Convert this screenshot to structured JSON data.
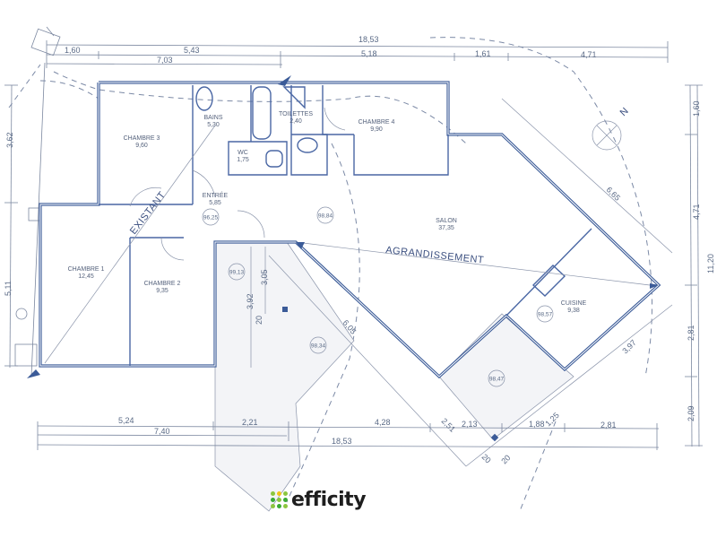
{
  "plan": {
    "top_dimensions": {
      "overall": "18,53",
      "row1": [
        "1,60",
        "5,43"
      ],
      "row2": [
        "7,03",
        "5,18",
        "1,61",
        "4,71"
      ]
    },
    "bottom_dimensions": {
      "row1": [
        "5,24",
        "2,21",
        "4,28",
        "2,13",
        "1,88",
        "2,81"
      ],
      "row2": "7,40",
      "row3": "18,53",
      "diagonals": [
        "2,51",
        "1,25",
        "20",
        "20"
      ]
    },
    "right_dimensions": {
      "outer": "11,20",
      "inner": [
        "1,60",
        "4,71",
        "2,81",
        "2,09"
      ]
    },
    "left_dimensions": [
      "3,62",
      "5,11"
    ],
    "diagonal_dimensions": {
      "salon_ne": "6,65",
      "cuisine_se": "3,97",
      "terrace_diag": "6,05",
      "terrace_v1": "3,92",
      "terrace_v2": "3,05",
      "terrace_v3": "20"
    },
    "rooms": [
      {
        "name": "CHAMBRE 3",
        "area": "9,60"
      },
      {
        "name": "BAINS",
        "area": "5,30"
      },
      {
        "name": "TOILETTES",
        "area": "2,40"
      },
      {
        "name": "CHAMBRE 4",
        "area": "9,90"
      },
      {
        "name": "WC",
        "area": "1,75"
      },
      {
        "name": "ENTRÉE",
        "area": "5,85"
      },
      {
        "name": "SALON",
        "area": "37,35"
      },
      {
        "name": "CHAMBRE 1",
        "area": "12,45"
      },
      {
        "name": "CHAMBRE 2",
        "area": "9,35"
      },
      {
        "name": "CUISINE",
        "area": "9,38"
      }
    ],
    "levels": [
      "96,25",
      "98,84",
      "99,13",
      "98,34",
      "98,57",
      "98,47"
    ],
    "annotations": {
      "existing": "EXISTANT",
      "extension": "AGRANDISSEMENT",
      "north": "N"
    }
  },
  "brand": {
    "name": "efficity",
    "dot_colors": [
      "#8cc63f",
      "#f2c318",
      "#8cc63f",
      "#3aaa35",
      "#8cc63f",
      "#3aaa35"
    ]
  }
}
